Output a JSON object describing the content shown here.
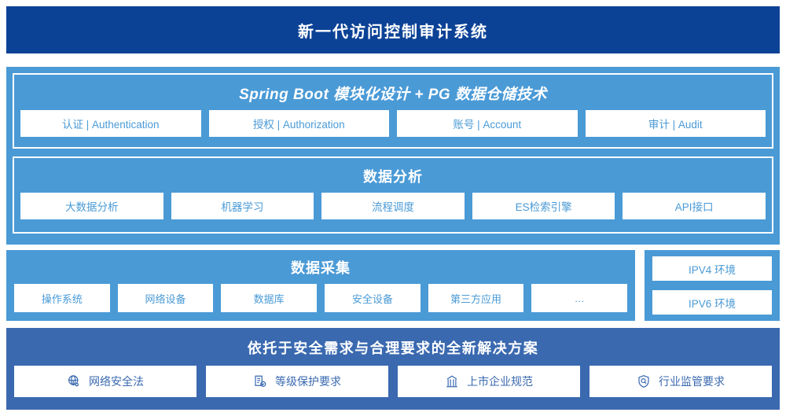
{
  "header": {
    "title": "新一代访问控制审计系统",
    "bg_color": "#0b4296"
  },
  "platform": {
    "bg_color": "#4a9ad6",
    "application_layer": {
      "title": "Spring Boot 模块化设计 + PG 数据仓储技术",
      "modules": [
        {
          "label": "认证 | Authentication"
        },
        {
          "label": "授权 | Authorization"
        },
        {
          "label": "账号 | Account"
        },
        {
          "label": "审计 | Audit"
        }
      ]
    },
    "analysis_layer": {
      "title": "数据分析",
      "modules": [
        {
          "label": "大数据分析"
        },
        {
          "label": "机器学习"
        },
        {
          "label": "流程调度"
        },
        {
          "label": "ES检索引擎"
        },
        {
          "label": "API接口"
        }
      ]
    }
  },
  "collection": {
    "title": "数据采集",
    "bg_color": "#4a9ad6",
    "sources": [
      {
        "label": "操作系统"
      },
      {
        "label": "网络设备"
      },
      {
        "label": "数据库"
      },
      {
        "label": "安全设备"
      },
      {
        "label": "第三方应用"
      },
      {
        "label": "…"
      }
    ]
  },
  "environments": {
    "bg_color": "#4a9ad6",
    "items": [
      {
        "label": "IPV4 环境"
      },
      {
        "label": "IPV6 环境"
      }
    ]
  },
  "compliance": {
    "title": "依托于安全需求与合理要求的全新解决方案",
    "bg_color": "#3a69b0",
    "items": [
      {
        "label": "网络安全法",
        "icon": "globe-network-icon"
      },
      {
        "label": "等级保护要求",
        "icon": "document-check-icon"
      },
      {
        "label": "上市企业规范",
        "icon": "bank-building-icon"
      },
      {
        "label": "行业监管要求",
        "icon": "shield-search-icon"
      }
    ]
  },
  "accent_colors": {
    "header_navy": "#0b4296",
    "panel_blue": "#4a9ad6",
    "compliance_blue": "#3a69b0",
    "chip_text_blue": "#4a9ad6",
    "chip_bg": "#ffffff"
  }
}
